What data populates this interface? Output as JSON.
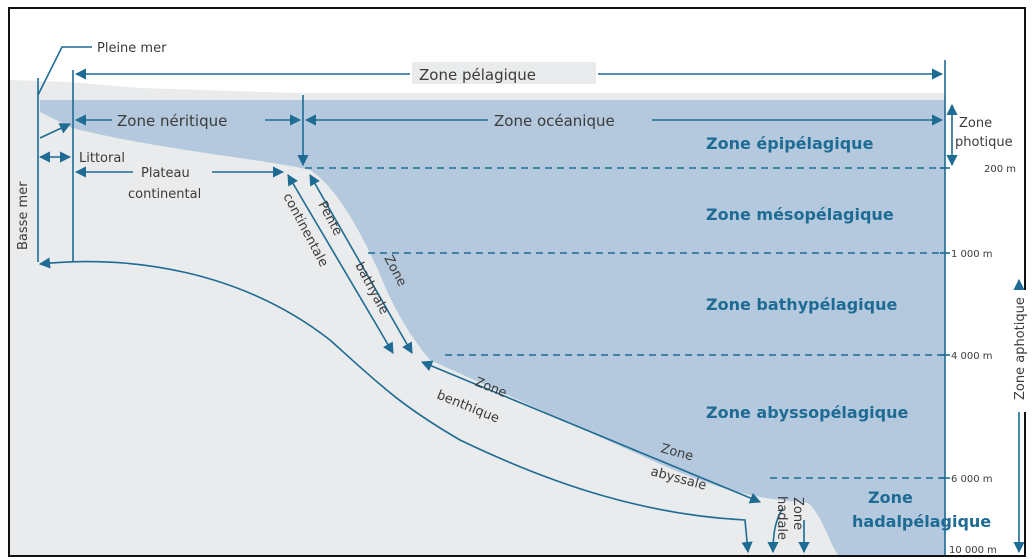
{
  "labels": {
    "pleine_mer": "Pleine mer",
    "basse_mer": "Basse mer",
    "zone_pelagique": "Zone pélagique",
    "zone_neritique": "Zone néritique",
    "zone_oceanique": "Zone océanique",
    "littoral": "Littoral",
    "plateau_1": "Plateau",
    "plateau_2": "continental",
    "pente_1": "Pente",
    "pente_2": "continentale",
    "bathyale_1": "Zone",
    "bathyale_2": "bathyale",
    "benthique_1": "Zone",
    "benthique_2": "benthique",
    "abyssale_1": "Zone",
    "abyssale_2": "abyssale",
    "hadale_1": "Zone",
    "hadale_2": "hadale",
    "photique_1": "Zone",
    "photique_2": "photique",
    "aphotique": "Zone aphotique"
  },
  "zones": {
    "epipelagique": "Zone épipélagique",
    "mesopelagique": "Zone mésopélagique",
    "bathypelagique": "Zone bathypélagique",
    "abyssopelagique": "Zone abyssopélagique",
    "hadal_1": "Zone",
    "hadal_2": "hadalpélagique"
  },
  "depths": {
    "d200": "200 m",
    "d1000": "1 000 m",
    "d4000": "4 000 m",
    "d6000": "6 000 m",
    "d10000": "10 000 m"
  },
  "colors": {
    "water": "#b4c9de",
    "land": "#e9ebec",
    "accent": "#1e6b94"
  }
}
